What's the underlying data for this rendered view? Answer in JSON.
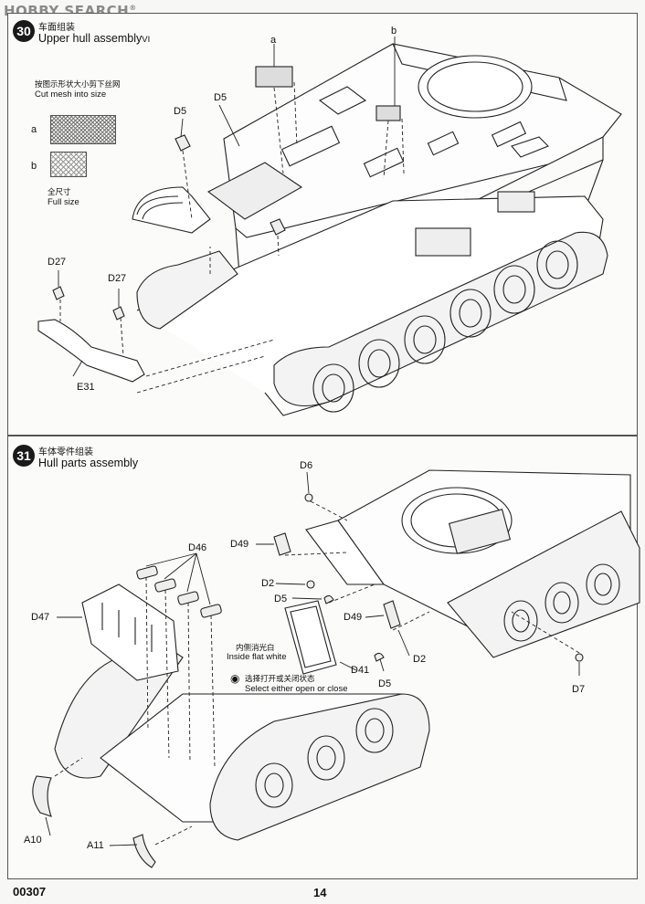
{
  "watermark": {
    "text": "HOBBY SEARCH",
    "mark": "®"
  },
  "step30": {
    "number": "30",
    "title_cn": "车面组装",
    "title_en": "Upper hull assembly",
    "roman": "VI",
    "mesh_note_cn": "按图示形状大小剪下丝网",
    "mesh_note_en": "Cut mesh into size",
    "mesh_a": "a",
    "mesh_b": "b",
    "full_size_cn": "全尺寸",
    "full_size_en": "Full size",
    "labels": {
      "a": "a",
      "b": "b",
      "d5_1": "D5",
      "d5_2": "D5",
      "d27_1": "D27",
      "d27_2": "D27",
      "e31": "E31"
    }
  },
  "step31": {
    "number": "31",
    "title_cn": "车体零件组装",
    "title_en": "Hull parts assembly",
    "paint_note_cn": "内侧消光白",
    "paint_note_en": "Inside flat white",
    "option_note_cn": "选择打开或关闭状态",
    "option_note_en": "Select either open or close",
    "labels": {
      "d6": "D6",
      "d49_1": "D49",
      "d2_1": "D2",
      "d5_1": "D5",
      "d49_2": "D49",
      "d2_2": "D2",
      "d41": "D41",
      "d5_2": "D5",
      "d7": "D7",
      "d46": "D46",
      "d47": "D47",
      "a10": "A10",
      "a11": "A11"
    }
  },
  "footer": {
    "catalog": "00307",
    "page": "14"
  }
}
